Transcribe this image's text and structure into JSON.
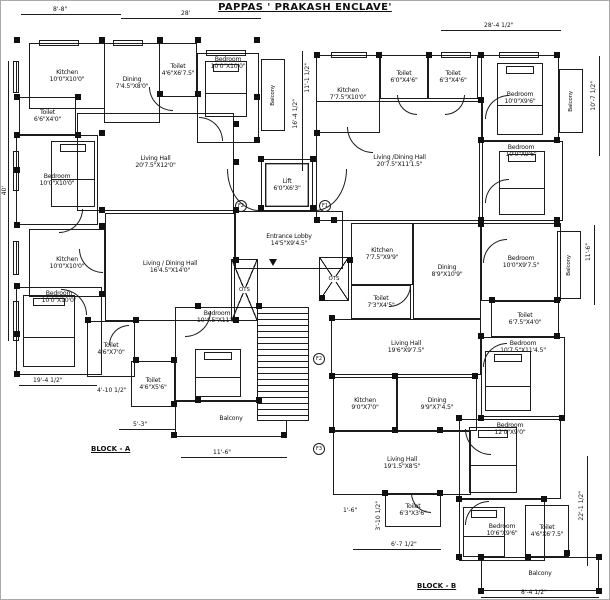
{
  "title": "PAPPAS ' PRAKASH ENCLAVE'",
  "block_a_label": "BLOCK - A",
  "block_b_label": "BLOCK - B",
  "markers": {
    "f1": "F1",
    "f2": "F2",
    "f3": "F3"
  },
  "labels": {
    "ots": "OTS"
  },
  "rooms": [
    {
      "name": "Kitchen",
      "size": "10'0\"X10'0\""
    },
    {
      "name": "Dining",
      "size": "7'4.5\"X8'0\""
    },
    {
      "name": "Toilet",
      "size": "4'6\"X6'7.5\""
    },
    {
      "name": "Bedroom",
      "size": "10'0\"X10'0\""
    },
    {
      "name": "Toilet",
      "size": "6'6\"X4'0\""
    },
    {
      "name": "Bedroom",
      "size": "10'0\"X10'0\""
    },
    {
      "name": "Living Hall",
      "size": "20'7.5\"X12'0\""
    },
    {
      "name": "Kitchen",
      "size": "10'0\"X10'0\""
    },
    {
      "name": "Bedroom",
      "size": "10'0\"X10'0\""
    },
    {
      "name": "Living / Dining Hall",
      "size": "16'4.5\"X14'0\""
    },
    {
      "name": "Toilet",
      "size": "4'6\"X7'0\""
    },
    {
      "name": "Toilet",
      "size": "4'6\"X5'6\""
    },
    {
      "name": "Bedroom",
      "size": "10'4.5\"X11'0\""
    },
    {
      "name": "Balcony"
    },
    {
      "name": "Lift",
      "size": "6'0\"X6'3\""
    },
    {
      "name": "Entrance Lobby",
      "size": "14'5\"X9'4.5\""
    },
    {
      "name": "Kitchen",
      "size": "7'7.5\"X10'0\""
    },
    {
      "name": "Toilet",
      "size": "6'0\"X4'6\""
    },
    {
      "name": "Toilet",
      "size": "6'3\"X4'6\""
    },
    {
      "name": "Bedroom",
      "size": "10'0\"X9'6\""
    },
    {
      "name": "Living /Dining Hall",
      "size": "20'7.5\"X11'1.5\""
    },
    {
      "name": "Bedroom",
      "size": "10'0\"X9'6\""
    },
    {
      "name": "Kitchen",
      "size": "7'7.5\"X9'9\""
    },
    {
      "name": "Toilet",
      "size": "7'3\"X4'5\""
    },
    {
      "name": "Dining",
      "size": "8'9\"X10'9\""
    },
    {
      "name": "Living Hall",
      "size": "19'6\"X9'7.5\""
    },
    {
      "name": "Bedroom",
      "size": "10'0\"X9'7.5\""
    },
    {
      "name": "Toilet",
      "size": "6'7.5\"X4'0\""
    },
    {
      "name": "Bedroom",
      "size": "10'7.5\"X11'4.5\""
    },
    {
      "name": "Kitchen",
      "size": "9'0\"X7'0\""
    },
    {
      "name": "Dining",
      "size": "9'9\"X7'4.5\""
    },
    {
      "name": "Living Hall",
      "size": "19'1.5\"X8'5\""
    },
    {
      "name": "Bedroom",
      "size": "12'0\"X9'0\""
    },
    {
      "name": "Bedroom",
      "size": "10'6\"X9'6\""
    },
    {
      "name": "Toilet",
      "size": "4'6\"X6'7.5\""
    },
    {
      "name": "Toilet",
      "size": "6'3\"X3'6\""
    },
    {
      "name": "Balcony"
    },
    {
      "name": "Balcony"
    },
    {
      "name": "Balcony"
    },
    {
      "name": "Balcony"
    }
  ],
  "dims": {
    "top_left": "8'-8\"",
    "top_a": "28'",
    "top_b": "28'-4 1/2\"",
    "v_center_1": "11'-1 1/2\"",
    "v_center_2": "16'-4 1/2\"",
    "v_right_top": "10'-7 1/2\"",
    "v_right_mid": "11'-6\"",
    "v_right_bot": "22'-1 1/2\"",
    "v_left": "40'",
    "bl_1": "19'-4 1/2\"",
    "bl_2": "4'-10 1/2\"",
    "bl_3": "5'-3\"",
    "bot_a": "11'-6\"",
    "bot_b1": "6'-7 1/2\"",
    "bot_b2": "3'-10 1/2\"",
    "bot_b3": "1'-6\"",
    "bot_b4": "8'-4 1/2\""
  }
}
